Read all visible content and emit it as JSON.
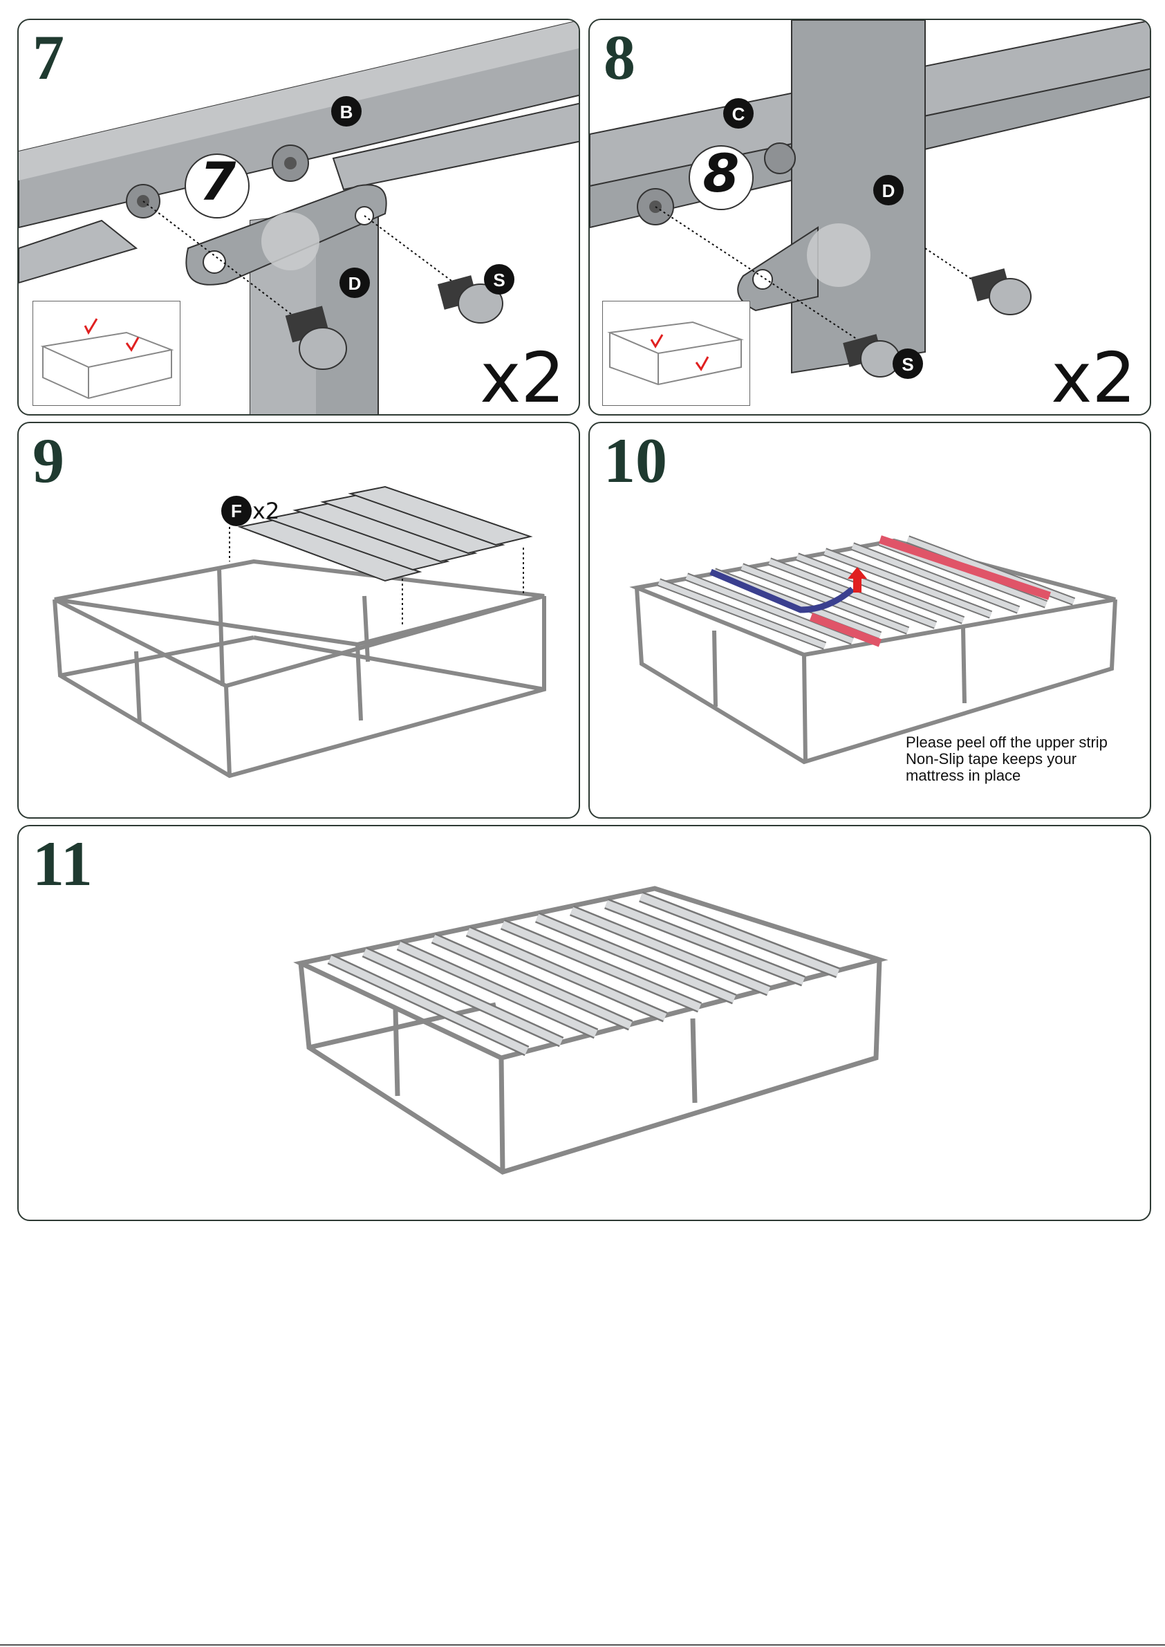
{
  "steps": [
    {
      "number": "7",
      "multiplier": "x2",
      "labels": [
        "B",
        "D",
        "S"
      ],
      "badge": "7"
    },
    {
      "number": "8",
      "multiplier": "x2",
      "labels": [
        "C",
        "D",
        "S"
      ],
      "badge": "8"
    },
    {
      "number": "9",
      "part": "F",
      "part_qty": "x2"
    },
    {
      "number": "10",
      "note_lines": [
        "Please peel off the upper strip",
        "Non-Slip tape keeps your",
        "mattress in place"
      ]
    },
    {
      "number": "11"
    }
  ],
  "colors": {
    "step_number": "#1f3a30",
    "border": "#2e3a34",
    "rail": "#a8abae",
    "tape_red": "#e05468",
    "tape_blue": "#3a3f8f",
    "check": "#e02020"
  }
}
